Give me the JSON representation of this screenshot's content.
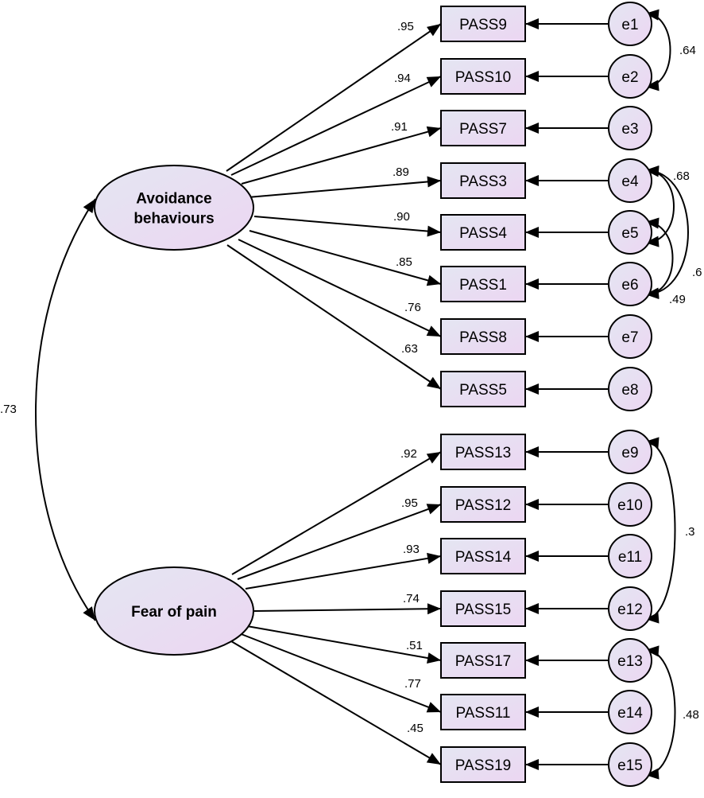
{
  "diagram": {
    "factors": [
      {
        "id": "avoid",
        "label_lines": [
          "Avoidance",
          "behaviours"
        ]
      },
      {
        "id": "fear",
        "label_lines": [
          "Fear of pain"
        ]
      }
    ],
    "factor_correlation": ".73",
    "indicators": [
      {
        "label": "PASS9",
        "factor": "avoid",
        "loading": ".95",
        "error": "e1"
      },
      {
        "label": "PASS10",
        "factor": "avoid",
        "loading": ".94",
        "error": "e2"
      },
      {
        "label": "PASS7",
        "factor": "avoid",
        "loading": ".91",
        "error": "e3"
      },
      {
        "label": "PASS3",
        "factor": "avoid",
        "loading": ".89",
        "error": "e4"
      },
      {
        "label": "PASS4",
        "factor": "avoid",
        "loading": ".90",
        "error": "e5"
      },
      {
        "label": "PASS1",
        "factor": "avoid",
        "loading": ".85",
        "error": "e6"
      },
      {
        "label": "PASS8",
        "factor": "avoid",
        "loading": ".76",
        "error": "e7"
      },
      {
        "label": "PASS5",
        "factor": "avoid",
        "loading": ".63",
        "error": "e8"
      },
      {
        "label": "PASS13",
        "factor": "fear",
        "loading": ".92",
        "error": "e9"
      },
      {
        "label": "PASS12",
        "factor": "fear",
        "loading": ".95",
        "error": "e10"
      },
      {
        "label": "PASS14",
        "factor": "fear",
        "loading": ".93",
        "error": "e11"
      },
      {
        "label": "PASS15",
        "factor": "fear",
        "loading": ".74",
        "error": "e12"
      },
      {
        "label": "PASS17",
        "factor": "fear",
        "loading": ".51",
        "error": "e13"
      },
      {
        "label": "PASS11",
        "factor": "fear",
        "loading": ".77",
        "error": "e14"
      },
      {
        "label": "PASS19",
        "factor": "fear",
        "loading": ".45",
        "error": "e15"
      }
    ],
    "error_covariances": [
      {
        "from": "e1",
        "to": "e2",
        "value": ".64"
      },
      {
        "from": "e4",
        "to": "e5",
        "value": ".68"
      },
      {
        "from": "e4",
        "to": "e6",
        "value": ".6"
      },
      {
        "from": "e5",
        "to": "e6",
        "value": ".49"
      },
      {
        "from": "e9",
        "to": "e12",
        "value": ".3"
      },
      {
        "from": "e13",
        "to": "e15",
        "value": ".48"
      }
    ],
    "colors": {
      "node_fill_light": "#e6e6f2",
      "node_fill_dark": "#ead6f2",
      "stroke": "#000000"
    }
  }
}
